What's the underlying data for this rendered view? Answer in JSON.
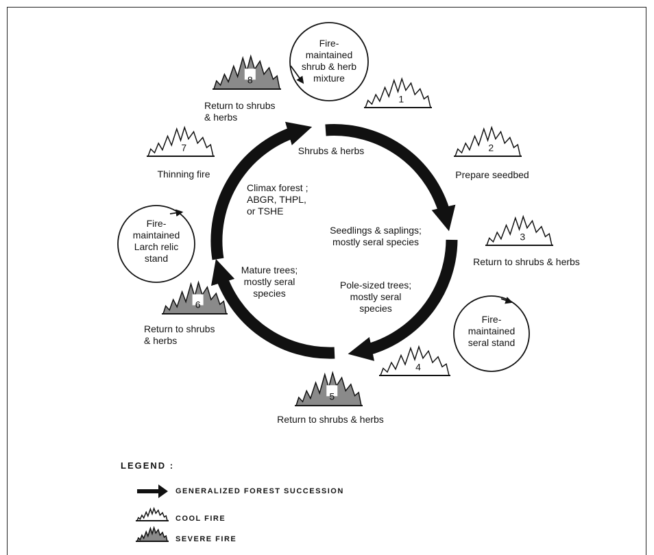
{
  "center": {
    "shrubs_herbs": "Shrubs & herbs",
    "climax_forest": "Climax forest ;\nABGR, THPL,\nor TSHE",
    "seedlings": "Seedlings & saplings;\nmostly seral species",
    "pole_sized": "Pole-sized trees;\nmostly seral\nspecies",
    "mature": "Mature trees;\nmostly seral\nspecies"
  },
  "fires": [
    {
      "number": "1",
      "type": "cool",
      "caption": ""
    },
    {
      "number": "2",
      "type": "cool",
      "caption": "Prepare seedbed"
    },
    {
      "number": "3",
      "type": "cool",
      "caption": "Return to shrubs & herbs"
    },
    {
      "number": "4",
      "type": "cool",
      "caption": ""
    },
    {
      "number": "5",
      "type": "severe",
      "caption": "Return to shrubs & herbs"
    },
    {
      "number": "6",
      "type": "severe",
      "caption": "Return to shrubs\n& herbs"
    },
    {
      "number": "7",
      "type": "cool",
      "caption": "Thinning fire"
    },
    {
      "number": "8",
      "type": "severe",
      "caption": "Return to shrubs\n& herbs"
    }
  ],
  "loops": {
    "shrub_herb": "Fire-\nmaintained\nshrub & herb\nmixture",
    "seral_stand": "Fire-\nmaintained\nseral stand",
    "larch_relic": "Fire-\nmaintained\nLarch relic\nstand"
  },
  "legend": {
    "title": "LEGEND :",
    "succession": "GENERALIZED FOREST SUCCESSION",
    "cool_fire": "COOL FIRE",
    "severe_fire": "SEVERE FIRE"
  },
  "colors": {
    "line": "#111111",
    "severe_fill": "#8a8a8a"
  }
}
